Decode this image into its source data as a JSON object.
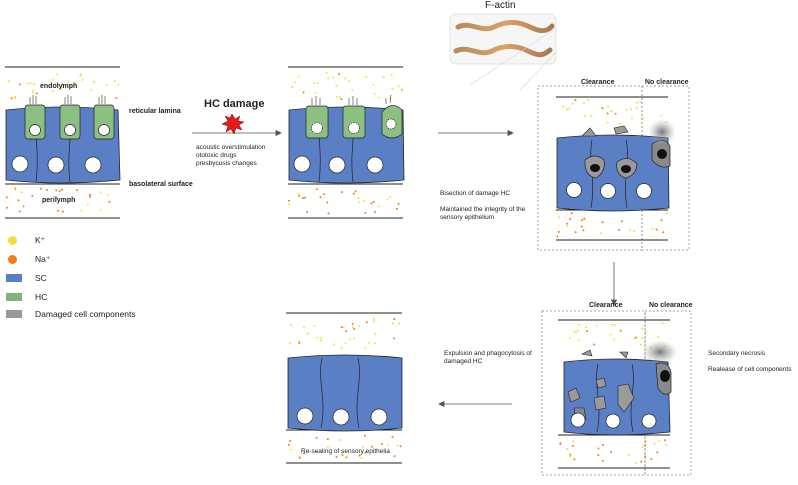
{
  "panel1": {
    "endolymph": "endolymph",
    "perilymph": "perilymph",
    "reticular_lamina": "reticular lamina",
    "basolateral_surface": "basolateral surface"
  },
  "hc_damage": {
    "title": "HC damage",
    "causes": [
      "acoustic overstimulation",
      "ototoxic drugs",
      "presbycusis changes"
    ]
  },
  "factin": {
    "title": "F-actin"
  },
  "clearance_top": {
    "left": "Clearance",
    "right": "No clearance"
  },
  "clearance_bottom": {
    "left": "Clearance",
    "right": "No clearance"
  },
  "notes": {
    "bisection": "Bisection of damage HC",
    "integrity": [
      "Maintained the integrity of the",
      "sensory epithelium"
    ],
    "expulsion": [
      "Expulsion and phagocytosis of",
      "damaged HC"
    ],
    "secondary_necrosis": "Secondary necrosis",
    "release": "Realease of cell components",
    "resealing": "Re-sealing of sensory epithelia"
  },
  "legend": [
    {
      "label": "K⁺",
      "color": "#f2df3a",
      "shape": "circle"
    },
    {
      "label": "Na⁺",
      "color": "#f07d18",
      "shape": "circle"
    },
    {
      "label": "SC",
      "color": "#5b7fc4",
      "shape": "rect"
    },
    {
      "label": "HC",
      "color": "#7fb57a",
      "shape": "rect"
    },
    {
      "label": "Damaged cell components",
      "color": "#9a9a9a",
      "shape": "rect"
    }
  ],
  "colors": {
    "sc": "#5b7fc4",
    "hc": "#8cc083",
    "damaged": "#9a9a9a",
    "k": "#f2df3a",
    "na": "#f07d18"
  }
}
